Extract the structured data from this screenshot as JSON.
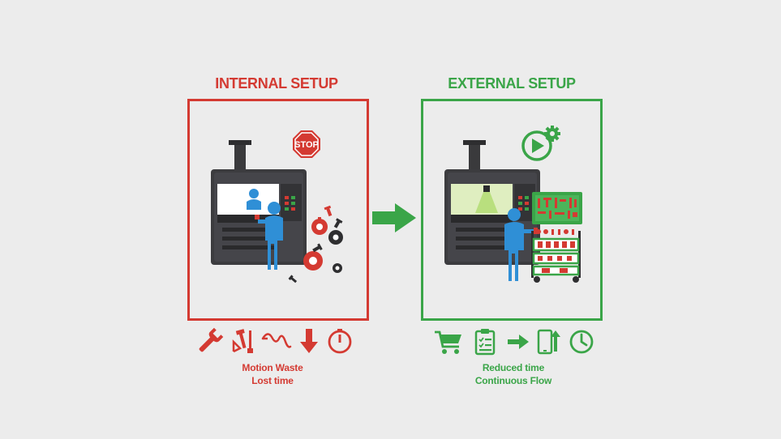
{
  "internal": {
    "title": "INTERNAL SETUP",
    "stop_sign_text": "STOP",
    "caption_line1": "Motion Waste",
    "caption_line2": "Lost time",
    "icons": [
      "wrench-icon",
      "tools-icon",
      "wavy-path-icon",
      "down-arrow-icon",
      "timer-icon"
    ],
    "color": "#d43a32"
  },
  "external": {
    "title": "EXTERNAL SETUP",
    "caption_line1": "Reduced time",
    "caption_line2": "Continuous Flow",
    "icons": [
      "cart-icon",
      "checklist-icon",
      "right-arrow-icon",
      "device-upload-icon",
      "clock-icon"
    ],
    "color": "#3aa548"
  },
  "transition_arrow": {
    "color": "#3aa548"
  }
}
